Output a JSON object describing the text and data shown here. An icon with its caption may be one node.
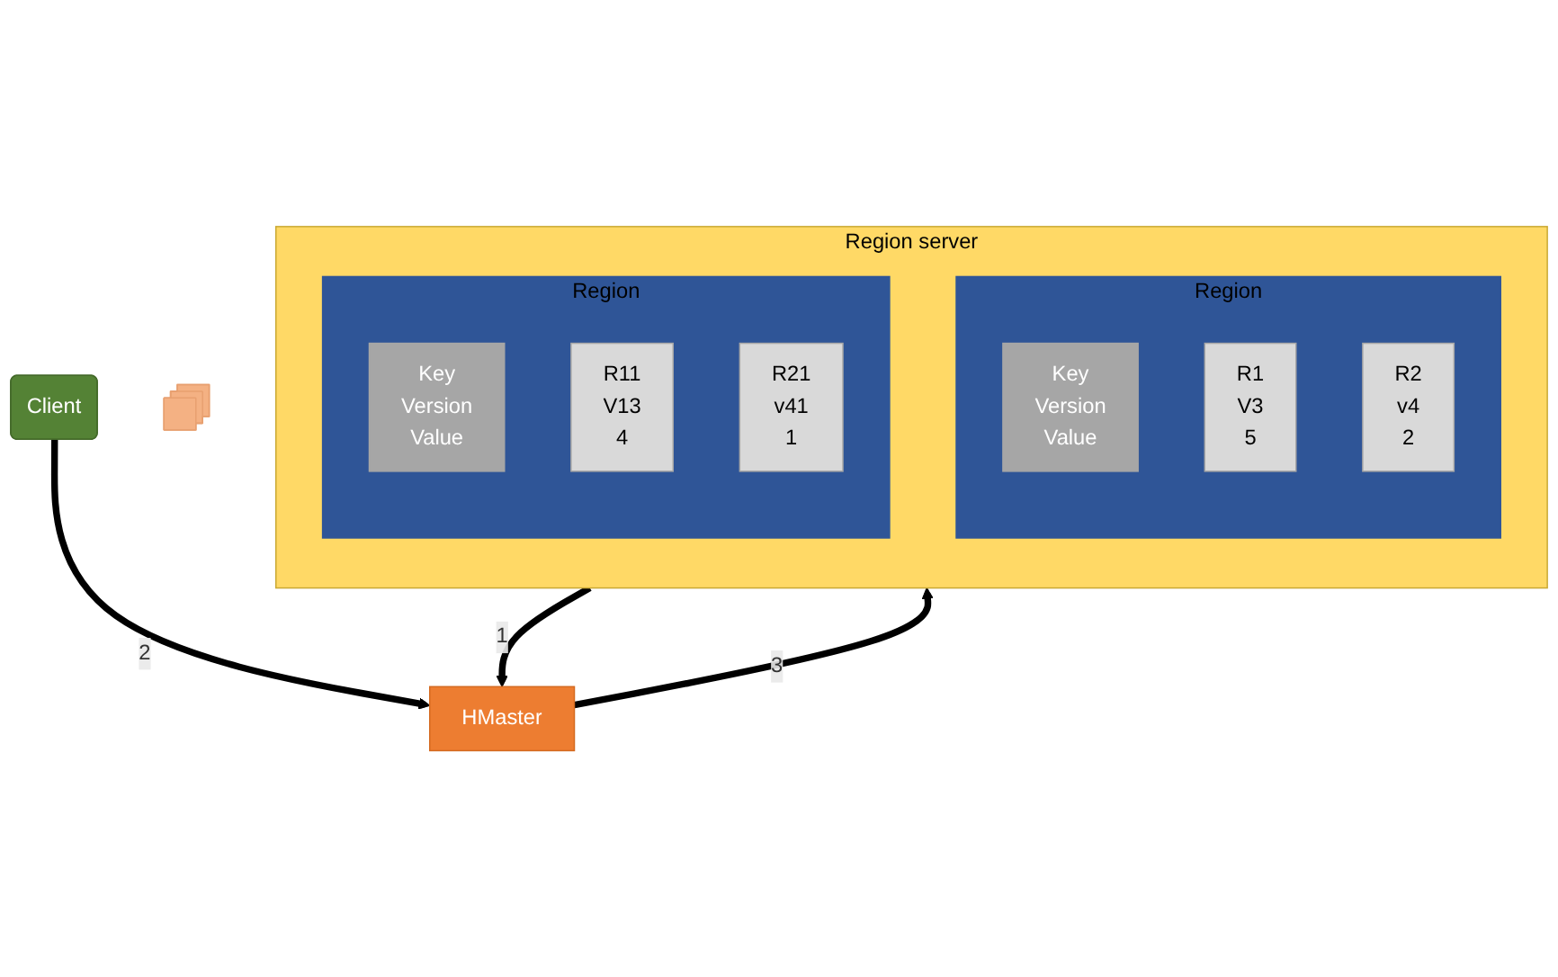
{
  "diagram": {
    "nodes": [
      {
        "text": [],
        "shape": "box"
      },
      {
        "text": [
          "HMaster"
        ]
      },
      {
        "text": [
          "Client"
        ]
      },
      {
        "text": [
          "Region server"
        ]
      },
      {
        "text": [
          "Region"
        ],
        "in": 3
      },
      {
        "text": [
          "Key",
          "Version",
          "Value"
        ],
        "in": 4
      },
      {
        "text": [
          "R1",
          "V3",
          "5"
        ],
        "in": 4
      },
      {
        "text": [
          "R2",
          "v4",
          "2"
        ],
        "in": 4
      },
      {
        "text": [
          "Region"
        ],
        "in": 3
      },
      {
        "text": [
          "Key",
          "Version",
          "Value"
        ],
        "in": 8
      },
      {
        "text": [
          "R11",
          "V13",
          "4"
        ],
        "in": 8
      },
      {
        "text": [
          "R21",
          "v41",
          "1"
        ],
        "in": 8
      }
    ],
    "edges": [
      {
        "from": 3,
        "to": 1,
        "arrow": "to",
        "label": "1"
      },
      {
        "from": 2,
        "to": 1,
        "arrow": "to",
        "label": "2"
      },
      {
        "from": 1,
        "to": 3,
        "arrow": "to",
        "label": "3"
      }
    ]
  }
}
